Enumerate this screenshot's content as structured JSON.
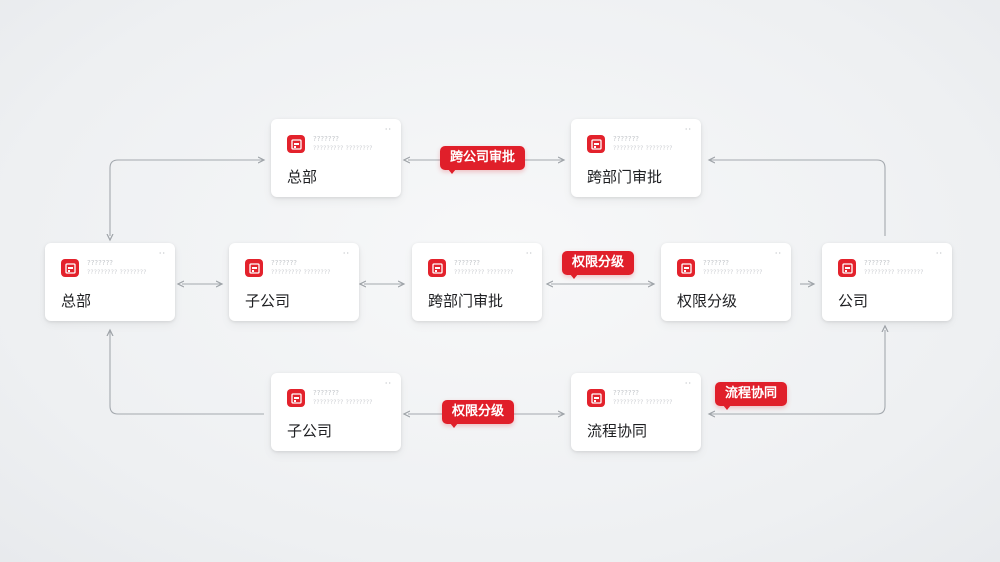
{
  "accent_color": "#e01f2a",
  "card_icon": "building-icon",
  "card_sub1": "???????",
  "card_sub2": "????????? ????????",
  "nodes": [
    {
      "title": "总部"
    },
    {
      "title": "子公司"
    },
    {
      "title": "跨部门审批"
    },
    {
      "title": "权限分级"
    },
    {
      "title": "公司"
    },
    {
      "title": "总部"
    },
    {
      "title": "跨部门审批"
    },
    {
      "title": "子公司"
    },
    {
      "title": "流程协同"
    }
  ],
  "tags": [
    {
      "label": "跨公司审批"
    },
    {
      "label": "权限分级"
    },
    {
      "label": "权限分级"
    },
    {
      "label": "流程协同"
    }
  ]
}
